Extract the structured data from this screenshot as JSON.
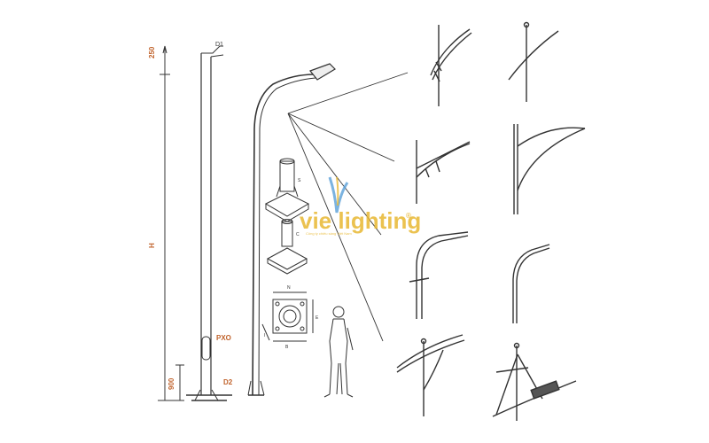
{
  "labels": {
    "d1": "D1",
    "d2": "D2",
    "h": "H",
    "top_offset": "250",
    "bottom_offset": "900",
    "door": "PXO",
    "base_s": "S",
    "base_n": "N",
    "base_c": "C",
    "base_e": "E",
    "base_b": "B",
    "base_i": "I"
  },
  "logo": {
    "text": "vie lighting",
    "registered": "®",
    "tagline": "Công ty chiếu sáng Việt Nam"
  },
  "colors": {
    "line": "#333333",
    "accent": "#c0622b",
    "logo": "#e8b832"
  }
}
